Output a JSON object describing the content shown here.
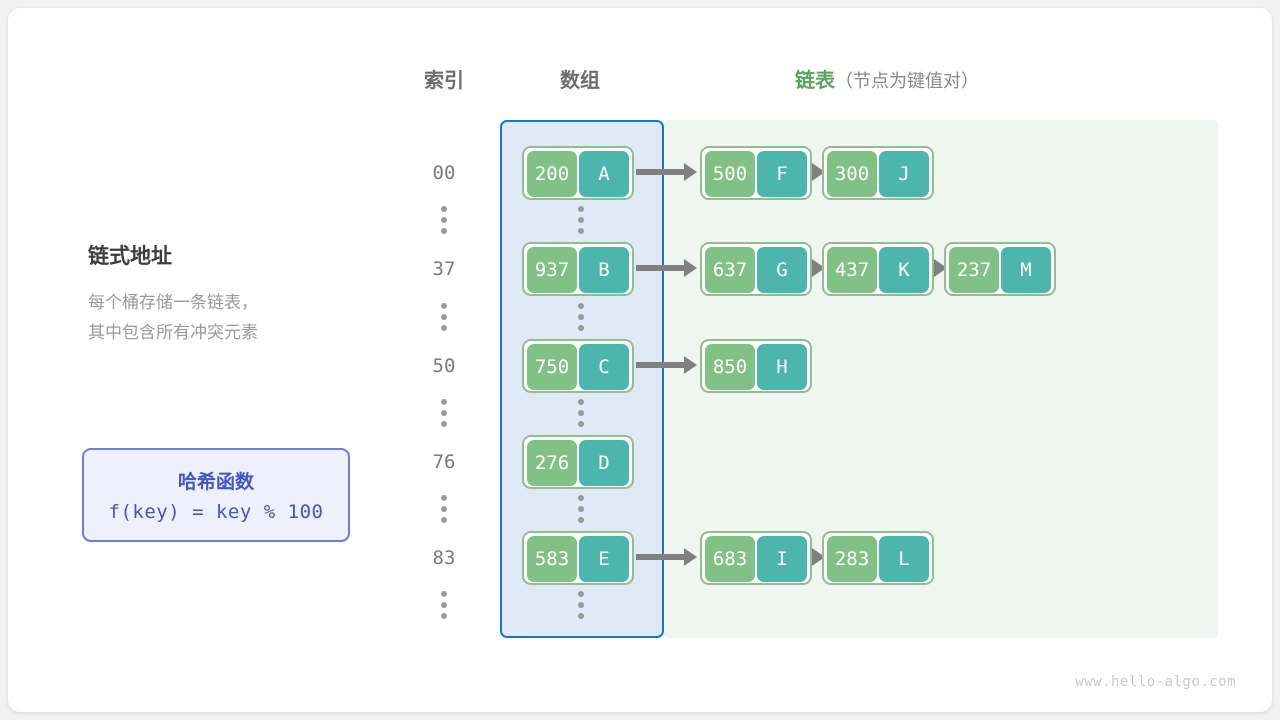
{
  "headers": {
    "index": "索引",
    "array": "数组",
    "list_main": "链表",
    "list_sub": "（节点为键值对）"
  },
  "description": {
    "title": "链式地址",
    "body": "每个桶存储一条链表，\n其中包含所有冲突元素"
  },
  "hash_function": {
    "title": "哈希函数",
    "formula": "f(key) = key % 100"
  },
  "colors": {
    "array_fill": "#dfeaf6",
    "array_border": "#1976c8",
    "list_fill": "#eef6ef",
    "key_cell": "#82c186",
    "value_cell": "#4db6ac",
    "node_border": "#8fbf8c",
    "arrow": "#808080",
    "hash_accent": "#4257c4",
    "list_header": "#5ba25e"
  },
  "buckets": [
    {
      "index": "00",
      "nodes": [
        {
          "key": "200",
          "value": "A",
          "in_array": true
        },
        {
          "key": "500",
          "value": "F",
          "in_array": false
        },
        {
          "key": "300",
          "value": "J",
          "in_array": false
        }
      ]
    },
    {
      "index": "37",
      "nodes": [
        {
          "key": "937",
          "value": "B",
          "in_array": true
        },
        {
          "key": "637",
          "value": "G",
          "in_array": false
        },
        {
          "key": "437",
          "value": "K",
          "in_array": false
        },
        {
          "key": "237",
          "value": "M",
          "in_array": false
        }
      ]
    },
    {
      "index": "50",
      "nodes": [
        {
          "key": "750",
          "value": "C",
          "in_array": true
        },
        {
          "key": "850",
          "value": "H",
          "in_array": false
        }
      ]
    },
    {
      "index": "76",
      "nodes": [
        {
          "key": "276",
          "value": "D",
          "in_array": true
        }
      ]
    },
    {
      "index": "83",
      "nodes": [
        {
          "key": "583",
          "value": "E",
          "in_array": true
        },
        {
          "key": "683",
          "value": "I",
          "in_array": false
        },
        {
          "key": "283",
          "value": "L",
          "in_array": false
        }
      ]
    }
  ],
  "ellipsis_rows": 6,
  "watermark": "www.hello-algo.com"
}
